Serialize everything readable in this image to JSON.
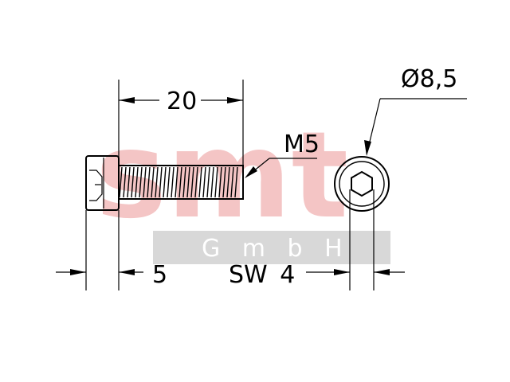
{
  "watermark": {
    "logo_text": "smt",
    "sub_text": "G m b H",
    "logo_color": "#f4c5c5",
    "band_color": "#d8d8d8",
    "sub_text_color": "#ffffff"
  },
  "dimensions": {
    "length": "20",
    "thread": "M5",
    "head_diameter": "Ø8,5",
    "head_height": "5",
    "wrench_size": "SW 4"
  },
  "colors": {
    "line": "#000000",
    "background": "#ffffff"
  }
}
